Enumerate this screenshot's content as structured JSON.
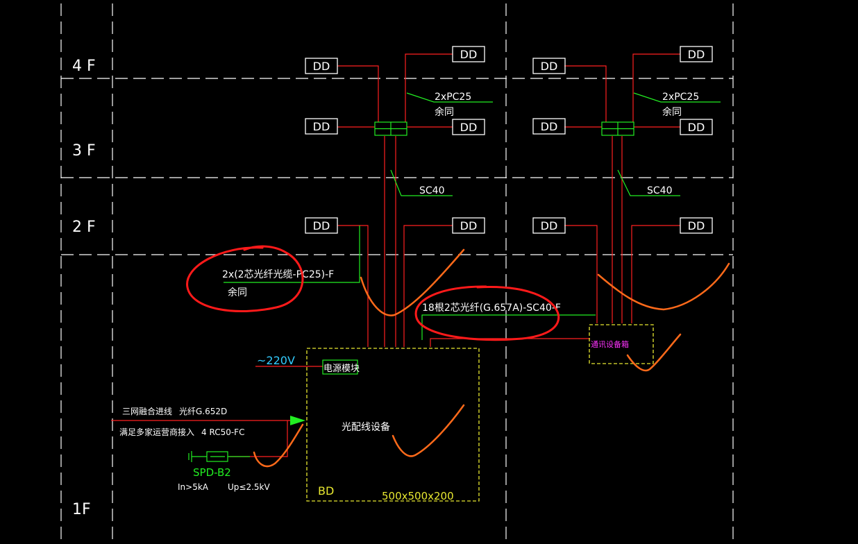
{
  "floors": {
    "f4": "4 F",
    "f3": "3 F",
    "f2": "2 F",
    "f1": "1F"
  },
  "dd_label": "DD",
  "riser_left": {
    "cable_a": "2xPC25",
    "cable_a_note": "余同",
    "cable_b": "SC40"
  },
  "riser_right": {
    "cable_a": "2xPC25",
    "cable_a_note": "余同",
    "cable_b": "SC40"
  },
  "branch_cable": {
    "spec": "2x(2芯光纤光缆-PC25)-F",
    "note": "余同"
  },
  "trunk_cable": {
    "spec": "18根2芯光纤(G.657A)-SC40-F"
  },
  "comm_box": {
    "label": "通讯设备箱"
  },
  "power": {
    "voltage": "~220V",
    "module": "电源模块"
  },
  "bd_box": {
    "equipment": "光配线设备",
    "name": "BD",
    "size": "500x500x200"
  },
  "incoming": {
    "line1_a": "三网融合进线",
    "line1_b": "光纤G.652D",
    "line2_a": "满足多家运营商接入",
    "line2_b": "4 RC50-FC"
  },
  "spd": {
    "label": "SPD-B2",
    "in_rating": "In>5kA",
    "up_rating": "Up≤2.5kV"
  },
  "colors": {
    "background": "#000000",
    "line_white": "#ffffff",
    "line_red": "#ff2020",
    "line_green": "#22ee22",
    "line_yellow": "#e8e830",
    "annot_red": "#ff1a1a",
    "annot_orange": "#ff6a1a",
    "text_cyan": "#33ccff",
    "text_magenta": "#ff33ff"
  }
}
